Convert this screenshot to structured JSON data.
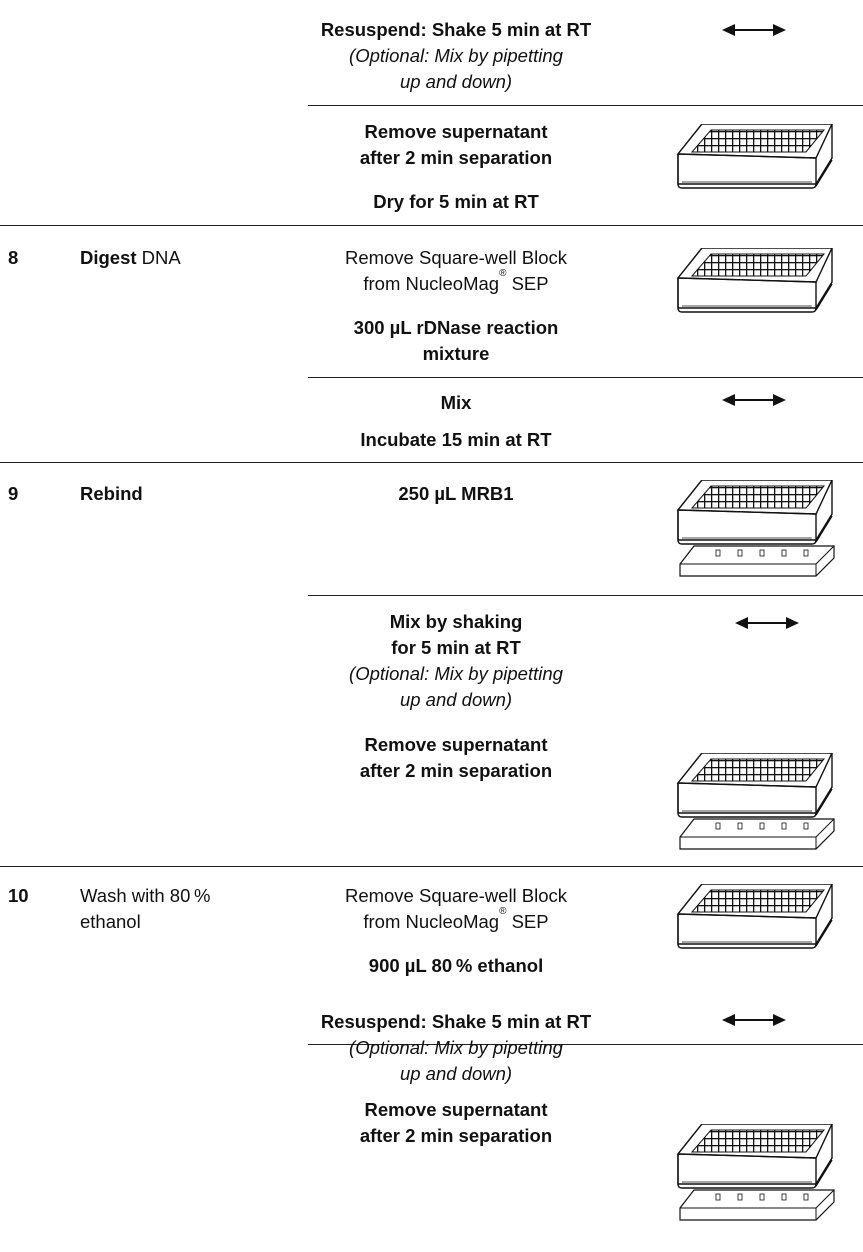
{
  "steps": [
    {
      "number": "8",
      "title_bold": "Digest",
      "title_rest": " DNA"
    },
    {
      "number": "9",
      "title_bold": "Rebind",
      "title_rest": ""
    },
    {
      "number": "10",
      "title_line1": "Wash with 80 %",
      "title_line2": "ethanol"
    }
  ],
  "blocks": {
    "resuspend_1": "Resuspend: Shake 5 min at RT",
    "optional_1_line1": "(Optional: Mix by pipetting",
    "optional_1_line2": "up and down)",
    "remove_sup_1_line1": "Remove supernatant",
    "remove_sup_1_line2": "after 2 min separation",
    "dry": "Dry for 5 min at RT",
    "remove_block_1_line1": "Remove Square-well Block",
    "remove_block_1_line2a": "from NucleoMag",
    "remove_block_1_reg": "®",
    "remove_block_1_line2b": " SEP",
    "rdnase_line1": "300 µL rDNase reaction",
    "rdnase_line2": "mixture",
    "mix": "Mix",
    "incubate": "Incubate 15 min at RT",
    "mrb1": "250 µL MRB1",
    "mix_shaking_line1": "Mix by shaking",
    "mix_shaking_line2": "for 5 min at RT",
    "optional_2_line1": "(Optional: Mix by pipetting",
    "optional_2_line2": "up and down)",
    "remove_sup_2_line1": "Remove supernatant",
    "remove_sup_2_line2": "after 2 min separation",
    "remove_block_2_line1": "Remove Square-well Block",
    "remove_block_2_line2a": "from NucleoMag",
    "remove_block_2_reg": "®",
    "remove_block_2_line2b": " SEP",
    "ethanol": "900 µL 80 % ethanol",
    "resuspend_2": "Resuspend: Shake 5 min at RT",
    "optional_3_line1": "(Optional: Mix by pipetting",
    "optional_3_line2": "up and down)",
    "remove_sup_3_line1": "Remove supernatant",
    "remove_sup_3_line2": "after 2 min separation"
  },
  "icons": {
    "shake": "double-arrow-icon",
    "plate": "square-well-plate-icon",
    "plate_on_separator": "plate-on-magnetic-separator-icon"
  }
}
